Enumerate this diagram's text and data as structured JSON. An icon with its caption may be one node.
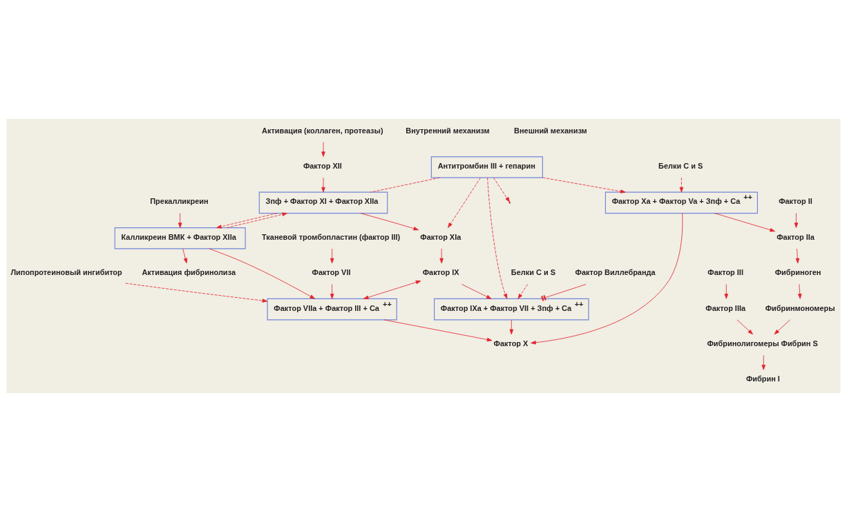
{
  "diagram": {
    "nodes": [
      {
        "text": [
          "Активация (коллаген, протеазы)"
        ]
      },
      {
        "text": [
          "Фактор XII"
        ]
      },
      {
        "text": [
          "Прекалликреин"
        ]
      },
      {
        "text": [
          "Тканевой тромбопластин (фактор III)"
        ]
      },
      {
        "text": [
          "Зпф + Фактор XI + Фактор XIIa"
        ]
      },
      {
        "text": [
          "Калликреин ВМК + Фактор XIIa"
        ]
      },
      {
        "text": [
          "Активация фибринолиза"
        ]
      },
      {
        "text": [
          "Фактор VII"
        ]
      },
      {
        "text": [
          "Липопротеиновый ингибитор"
        ]
      },
      {
        "text": [
          "Фактор XIa"
        ]
      },
      {
        "text": [
          "Фактор IX"
        ]
      },
      {
        "text": [
          "Фактор VIIa + Фактор III + Ca$^{++}$"
        ]
      },
      {
        "text": [
          "Белки C и S"
        ]
      },
      {
        "text": [
          "Фактор IXa + Фактор VII + Зпф + Ca$^{++}$"
        ]
      },
      {
        "text": [
          "Белки C и S"
        ]
      },
      {
        "text": [
          "Фактор Виллебранда"
        ]
      },
      {
        "text": [
          "Фактор X"
        ]
      },
      {
        "text": [
          "Фактор Xa + Фактор Va + Зпф + Ca$^{++}$"
        ]
      },
      {
        "text": [
          "Антитромбин III + гепарин"
        ]
      },
      {
        "text": [
          "Фактор II"
        ]
      },
      {
        "text": [
          "Фактор IIa"
        ]
      },
      {
        "text": [
          "Фактор III"
        ]
      },
      {
        "text": [
          "Фибриноген"
        ]
      },
      {
        "text": [
          "Фактор IIIa"
        ]
      },
      {
        "text": [
          "Фибринмономеры"
        ]
      },
      {
        "text": [
          "Фибринолигомеры Фибрин S"
        ]
      },
      {
        "text": [
          "Фибрин I"
        ]
      }
    ],
    "edges": [
      {
        "from": 0,
        "to": 1,
        "arrow": "to"
      },
      {
        "from": 1,
        "to": 4,
        "arrow": "to"
      },
      {
        "from": 2,
        "to": 5,
        "arrow": "to"
      },
      {
        "from": 4,
        "to": 5,
        "arrow": "to",
        "style": "dashed"
      },
      {
        "from": 5,
        "to": 4,
        "arrow": "to",
        "style": "dashed"
      },
      {
        "from": 5,
        "to": 6,
        "arrow": "to"
      },
      {
        "from": 3,
        "to": 7,
        "arrow": "to"
      },
      {
        "from": 7,
        "to": 11,
        "arrow": "to"
      },
      {
        "from": 5,
        "to": 11,
        "arrow": "to"
      },
      {
        "from": 8,
        "to": 11,
        "arrow": "to",
        "style": "dashed"
      },
      {
        "from": 4,
        "to": 9,
        "arrow": "to"
      },
      {
        "from": 9,
        "to": 10,
        "arrow": "to"
      },
      {
        "from": 10,
        "to": 11,
        "arrow": "both"
      },
      {
        "from": 10,
        "to": 13,
        "arrow": "to"
      },
      {
        "from": 12,
        "to": 13,
        "arrow": "to",
        "style": "dashed"
      },
      {
        "from": 15,
        "to": 13,
        "arrow": "other"
      },
      {
        "from": 13,
        "to": 16,
        "arrow": "to"
      },
      {
        "from": 11,
        "to": 16,
        "arrow": "to"
      },
      {
        "from": 17,
        "to": 16,
        "arrow": "to"
      },
      {
        "from": 14,
        "to": 17,
        "arrow": "to",
        "style": "dashed"
      },
      {
        "from": 18,
        "to": 4,
        "arrow": "none",
        "style": "dashed"
      },
      {
        "from": 18,
        "to": 9,
        "arrow": "to",
        "style": "dashed"
      },
      {
        "from": 18,
        "to": 13,
        "arrow": "to",
        "style": "dashed"
      },
      {
        "from": 18,
        "to": 17,
        "arrow": "to",
        "style": "dashed"
      },
      {
        "from": 18,
        "to": null,
        "arrow": "to",
        "style": "dashed"
      },
      {
        "from": 17,
        "to": 20,
        "arrow": "to"
      },
      {
        "from": 19,
        "to": 20,
        "arrow": "to"
      },
      {
        "from": 20,
        "to": 22,
        "arrow": "to"
      },
      {
        "from": 22,
        "to": 24,
        "arrow": "to"
      },
      {
        "from": 21,
        "to": 23,
        "arrow": "to"
      },
      {
        "from": 23,
        "to": 25,
        "arrow": "to"
      },
      {
        "from": 24,
        "to": 25,
        "arrow": "to"
      },
      {
        "from": 25,
        "to": 26,
        "arrow": "to"
      }
    ],
    "labels": [
      "Внутренний механизм",
      "Внешний механизм"
    ]
  }
}
